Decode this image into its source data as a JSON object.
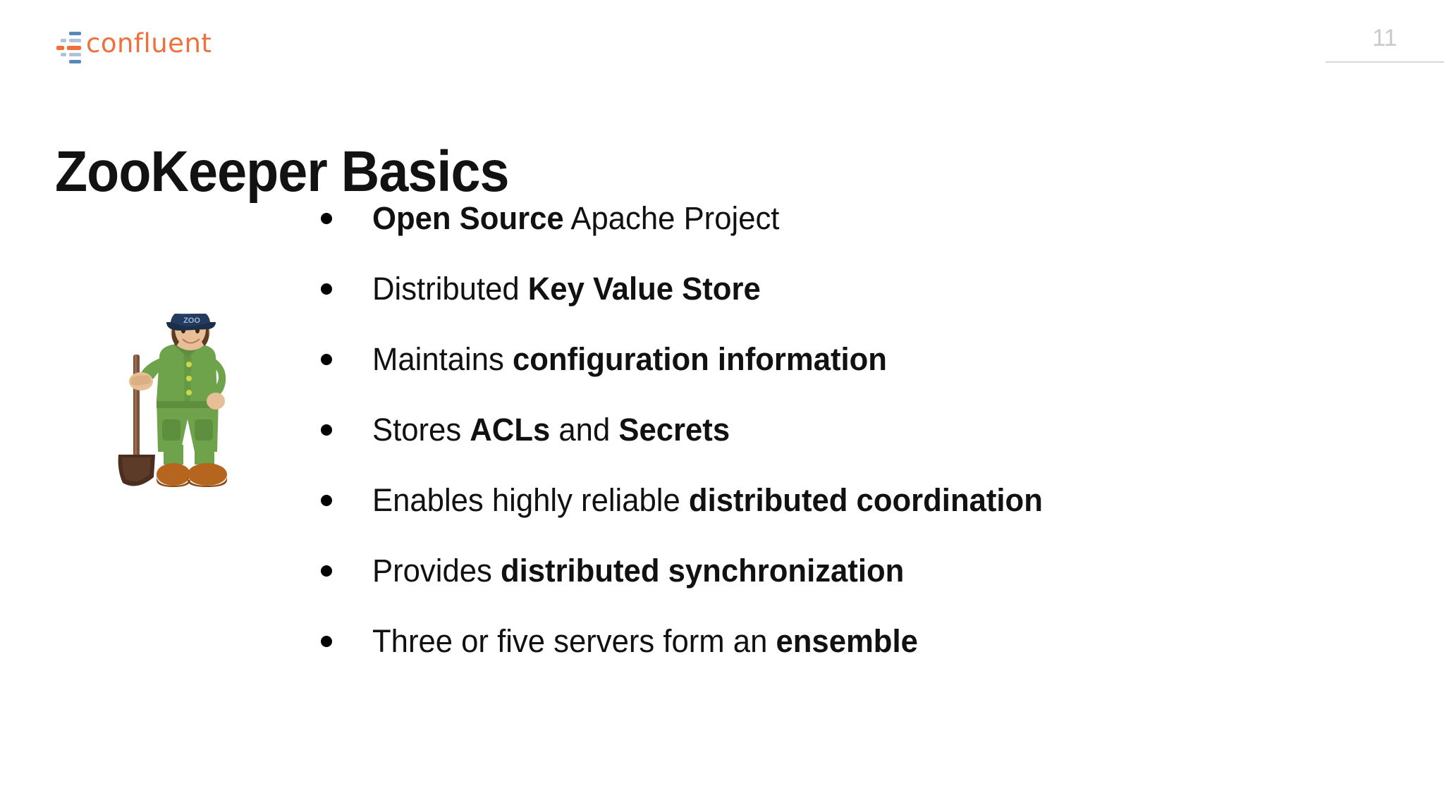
{
  "slide": {
    "background_color": "#ffffff",
    "title": "ZooKeeper Basics",
    "page_number": "11"
  },
  "brand": {
    "name": "confluent",
    "wordmark_color": "#F0703C",
    "mark_blue": "#7E9BC0",
    "mark_blue_dark": "#5B87B8",
    "mark_orange": "#F0703C",
    "mark_icon": "confluent-logo-mark"
  },
  "header": {
    "page_number": "11",
    "page_number_color": "#C9C9CE",
    "rule_color": "#D6D6DB"
  },
  "mascot": {
    "icon": "zookeeper-mascot",
    "alt": "ZooKeeper mascot holding a shovel",
    "cap_text": "ZOO",
    "cap_color": "#243A5E",
    "overalls_color": "#6FA34B",
    "boots_color": "#B5651D",
    "shovel_color": "#6B4A32",
    "skin_color": "#E8BE96"
  },
  "bullets": [
    {
      "dot": "bullet-dot",
      "parts": [
        {
          "text": "Open Source",
          "bold": true
        },
        {
          "text": " Apache Project",
          "bold": false
        }
      ]
    },
    {
      "dot": "bullet-dot",
      "parts": [
        {
          "text": "Distributed ",
          "bold": false
        },
        {
          "text": "Key Value Store",
          "bold": true
        }
      ]
    },
    {
      "dot": "bullet-dot",
      "parts": [
        {
          "text": "Maintains ",
          "bold": false
        },
        {
          "text": "configuration information",
          "bold": true
        }
      ]
    },
    {
      "dot": "bullet-dot",
      "parts": [
        {
          "text": "Stores ",
          "bold": false
        },
        {
          "text": "ACLs",
          "bold": true
        },
        {
          "text": " and ",
          "bold": false
        },
        {
          "text": "Secrets",
          "bold": true
        }
      ]
    },
    {
      "dot": "bullet-dot",
      "parts": [
        {
          "text": "Enables highly reliable ",
          "bold": false
        },
        {
          "text": "distributed coordination",
          "bold": true
        }
      ]
    },
    {
      "dot": "bullet-dot",
      "parts": [
        {
          "text": "Provides ",
          "bold": false
        },
        {
          "text": "distributed synchronization",
          "bold": true
        }
      ]
    },
    {
      "dot": "bullet-dot",
      "parts": [
        {
          "text": "Three or five servers form an ",
          "bold": false
        },
        {
          "text": "ensemble",
          "bold": true
        }
      ]
    }
  ]
}
